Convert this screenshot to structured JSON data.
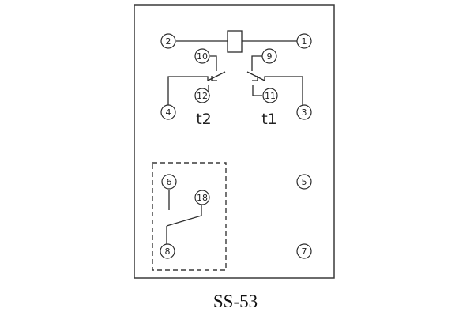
{
  "diagram": {
    "model": "SS-53",
    "timer_labels": {
      "t2": "t2",
      "t1": "t1"
    },
    "terminals": {
      "t1": "1",
      "t2": "2",
      "t3": "3",
      "t4": "4",
      "t5": "5",
      "t6": "6",
      "t7": "7",
      "t8": "8",
      "t9": "9",
      "t10": "10",
      "t11": "11",
      "t12": "12",
      "t18": "18"
    }
  }
}
